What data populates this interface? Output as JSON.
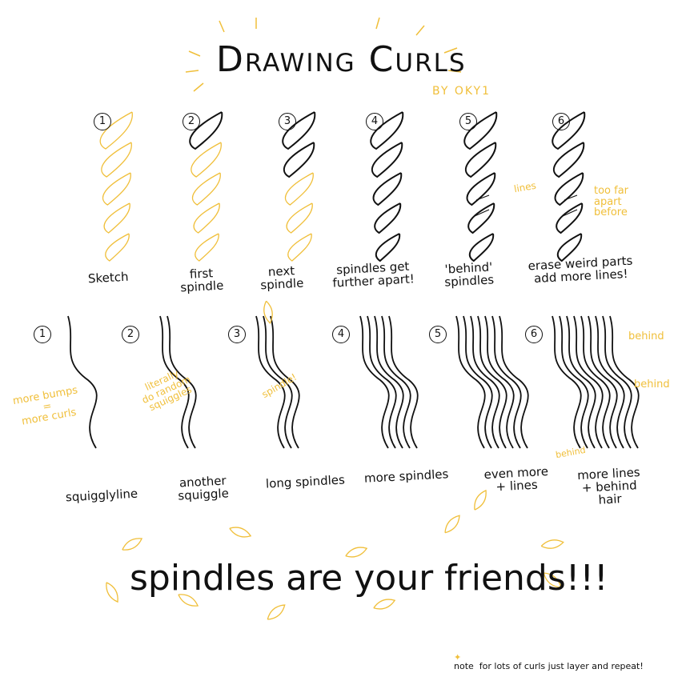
{
  "title": "Drawing Curls",
  "author": "BY OKY1",
  "accent_color": "#f0bf3a",
  "row1": {
    "steps": [
      {
        "num": "1",
        "label": "Sketch"
      },
      {
        "num": "2",
        "label": "first\nspindle"
      },
      {
        "num": "3",
        "label": "next\nspindle"
      },
      {
        "num": "4",
        "label": "spindles get\nfurther apart!"
      },
      {
        "num": "5",
        "label": "'behind'\nspindles"
      },
      {
        "num": "6",
        "label": "erase weird parts\nadd more lines!"
      }
    ],
    "notes": {
      "lines": "lines",
      "too_far": "too far\napart\nbefore"
    }
  },
  "row2": {
    "steps": [
      {
        "num": "1",
        "label": "squigglyline"
      },
      {
        "num": "2",
        "label": "another\nsquiggle"
      },
      {
        "num": "3",
        "label": "long spindles"
      },
      {
        "num": "4",
        "label": "more spindles"
      },
      {
        "num": "5",
        "label": "even more\n+ lines"
      },
      {
        "num": "6",
        "label": "more lines\n+ behind\nhair"
      }
    ],
    "notes": {
      "bumps": "more bumps\n=\nmore curls",
      "random": "literally\ndo random\nsquiggles",
      "spindle": "spindle!",
      "behind1": "behind",
      "behind2": "behind",
      "behind3": "behind"
    }
  },
  "slogan": "spindles are your friends!!!",
  "footnote": "note  for lots of curls just layer and repeat!"
}
